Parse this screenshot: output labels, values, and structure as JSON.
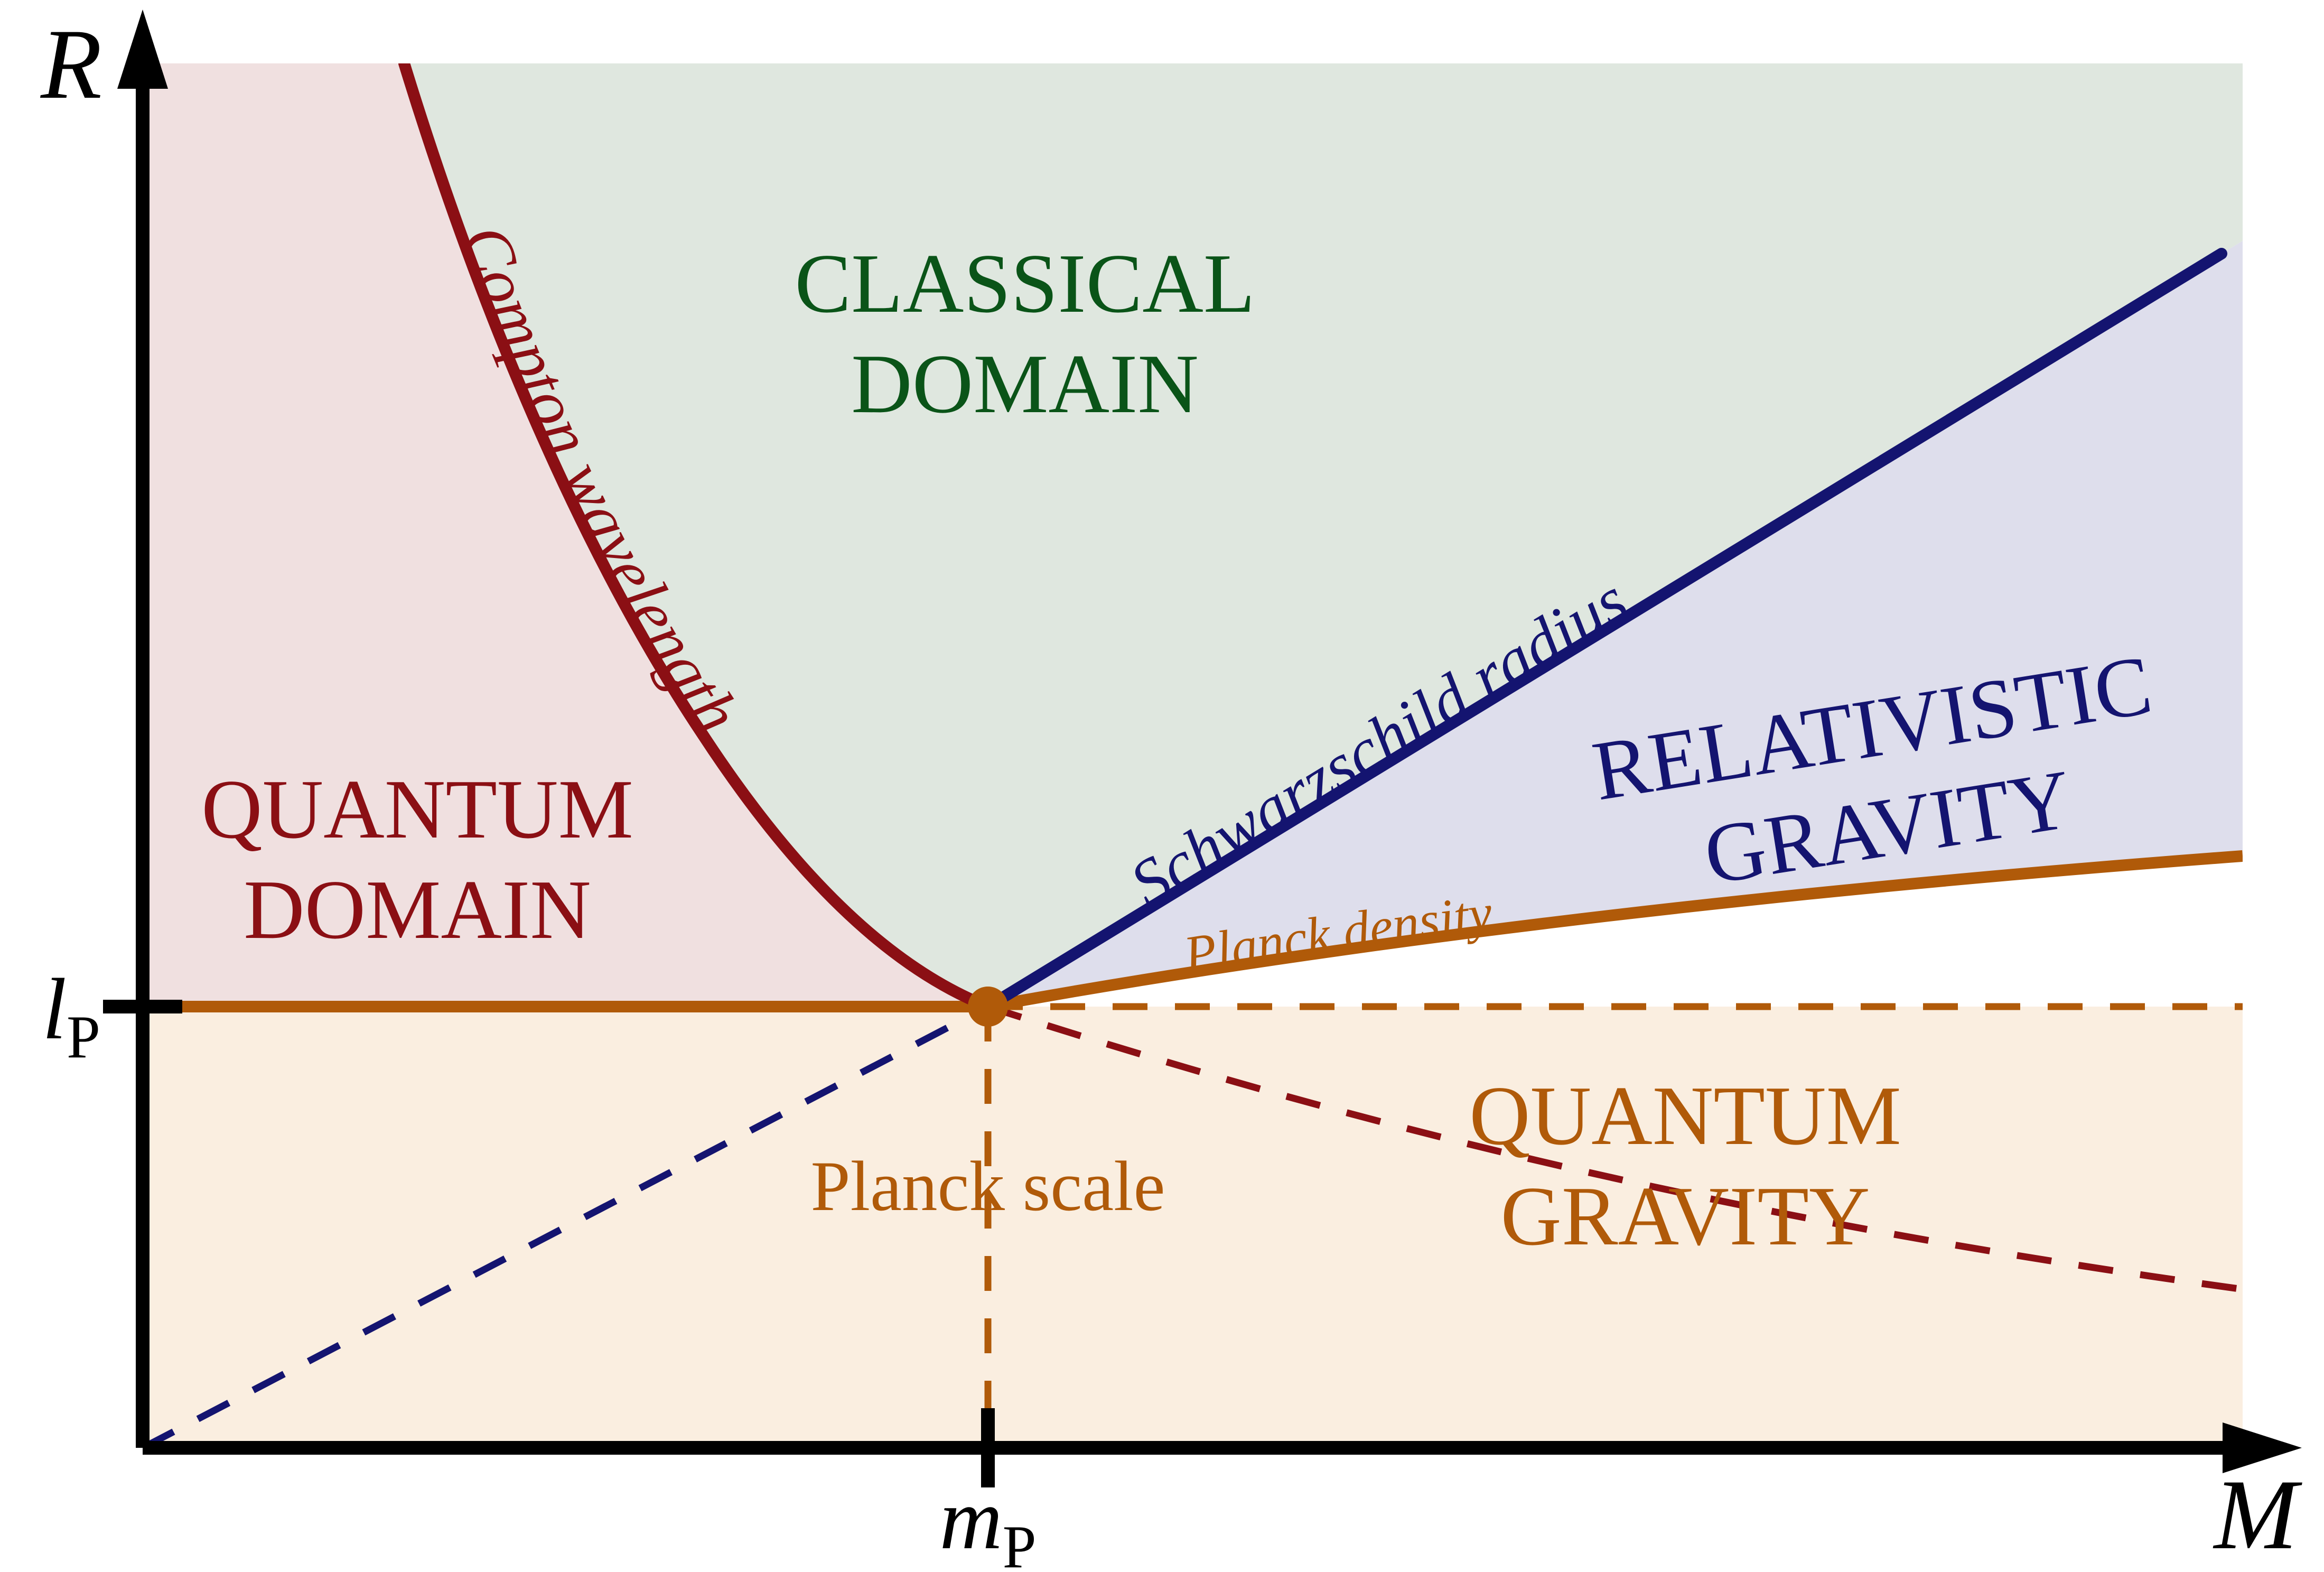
{
  "figure": {
    "type": "phase-diagram",
    "description": "Mass-radius phase diagram of physical regimes showing classical, quantum, relativistic-gravity and quantum-gravity domains separated by the Compton wavelength, Schwarzschild radius and Planck-density curves.",
    "axes": {
      "x_label": "M",
      "y_label": "R",
      "x_tick_label": "m_P",
      "x_tick_display": {
        "base": "m",
        "sub": "P"
      },
      "y_tick_label": "l_P",
      "y_tick_display": {
        "base": "l",
        "sub": "P"
      }
    },
    "regions": [
      {
        "name": "quantum-domain",
        "label_line1": "QUANTUM",
        "label_line2": "DOMAIN",
        "color": "#f0e0e0",
        "text_color": "#8b0f14"
      },
      {
        "name": "classical-domain",
        "label_line1": "CLASSICAL",
        "label_line2": "DOMAIN",
        "color": "#dfe7df",
        "text_color": "#0a5418"
      },
      {
        "name": "relativistic-gravity",
        "label_line1": "RELATIVISTIC",
        "label_line2": "GRAVITY",
        "color": "#dedeec",
        "text_color": "#141470"
      },
      {
        "name": "quantum-gravity",
        "label_line1": "QUANTUM",
        "label_line2": "GRAVITY",
        "color": "#faeee0",
        "text_color": "#b05a09"
      }
    ],
    "curves": [
      {
        "name": "compton-wavelength",
        "label": "Compton wavelength",
        "color": "#8b0f14",
        "style": "solid",
        "relation": "R = hbar / (M c)"
      },
      {
        "name": "schwarzschild-radius",
        "label": "Schwarzschild radius",
        "color": "#141470",
        "style": "solid",
        "relation": "R = 2GM / c^2"
      },
      {
        "name": "planck-density",
        "label": "Planck density",
        "color": "#b05a09",
        "style": "solid",
        "relation": "rho = rho_Planck"
      },
      {
        "name": "compton-extension",
        "label": "",
        "color": "#8b0f14",
        "style": "dashed",
        "relation": "Compton continued below Planck scale"
      },
      {
        "name": "schwarzschild-extension",
        "label": "",
        "color": "#141470",
        "style": "dashed",
        "relation": "Schwarzschild continued below Planck scale"
      },
      {
        "name": "planck-length-extension",
        "label": "",
        "color": "#b05a09",
        "style": "dashed",
        "relation": "l_P guide line"
      }
    ],
    "markers": [
      {
        "name": "planck-point",
        "label": "Planck scale",
        "color": "#b05a09"
      }
    ],
    "colors": {
      "dark_red": "#8b0f14",
      "dark_green": "#0a5418",
      "navy": "#141470",
      "ochre": "#b05a09",
      "axis": "#000000",
      "pink_fill": "#f0e0e0",
      "green_fill": "#dfe7df",
      "lavender_fill": "#dedeec",
      "peach_fill": "#faeee0"
    }
  },
  "chart_data": {
    "type": "line",
    "title": "",
    "xlabel": "M",
    "ylabel": "R",
    "grid": false,
    "legend": "none",
    "annotations": [
      "CLASSICAL DOMAIN",
      "QUANTUM DOMAIN",
      "RELATIVISTIC GRAVITY",
      "QUANTUM GRAVITY",
      "Compton wavelength",
      "Schwarzschild radius",
      "Planck density",
      "Planck scale"
    ],
    "tick_labels": {
      "x": [
        "m_P"
      ],
      "y": [
        "l_P"
      ]
    },
    "series": [
      {
        "name": "Compton wavelength",
        "note": "R ∝ 1/M, decreasing hyperbola meeting the Planck point"
      },
      {
        "name": "Schwarzschild radius",
        "note": "R ∝ M, straight line rising from the Planck point"
      },
      {
        "name": "Planck density",
        "note": "R ∝ M^(1/3), slowly rising from the Planck point"
      }
    ]
  }
}
